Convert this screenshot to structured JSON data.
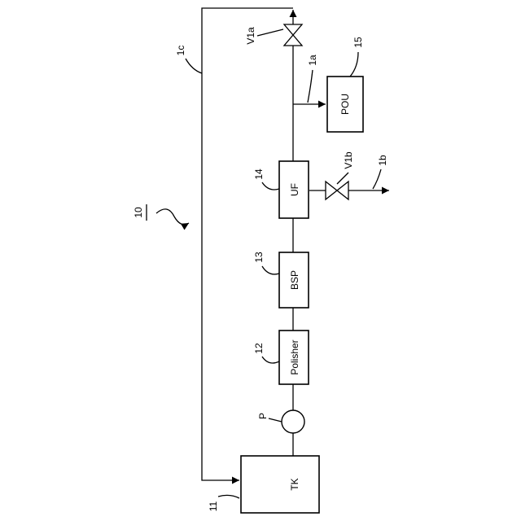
{
  "system": {
    "ref": "10",
    "units": {
      "tank": {
        "label": "TK",
        "ref": "11"
      },
      "pump": {
        "label": "P"
      },
      "polisher": {
        "label": "Polisher",
        "ref": "12"
      },
      "bsp": {
        "label": "BSP",
        "ref": "13"
      },
      "uf": {
        "label": "UF",
        "ref": "14"
      },
      "pou": {
        "label": "POU",
        "ref": "15"
      }
    },
    "valves": {
      "v1a": {
        "label": "V1a"
      },
      "v1b": {
        "label": "V1b"
      }
    },
    "lines": {
      "supply": {
        "label": "1a"
      },
      "drain": {
        "label": "1b"
      },
      "return": {
        "label": "1c"
      }
    }
  }
}
